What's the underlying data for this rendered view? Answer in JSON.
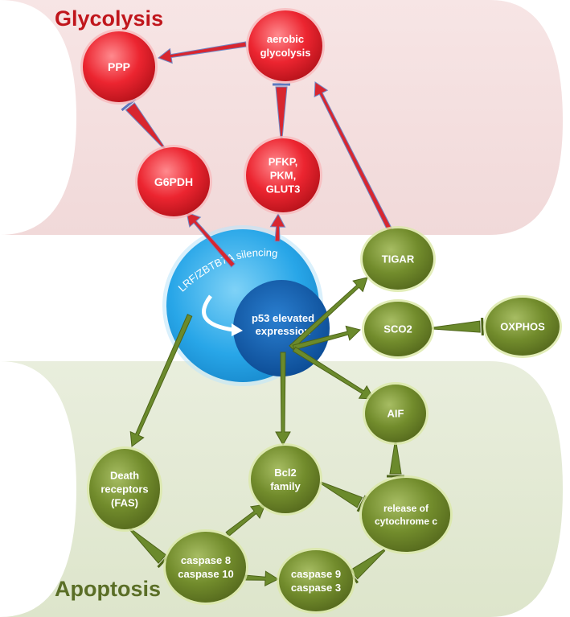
{
  "regions": {
    "glycolysis": {
      "label": "Glycolysis",
      "color": "#c0161c"
    },
    "apoptosis": {
      "label": "Apoptosis",
      "color": "#5a6e26"
    }
  },
  "center": {
    "outer_label": "LRF/ZBTB7A silencing",
    "inner_label_1": "p53 elevated",
    "inner_label_2": "expression"
  },
  "nodes": {
    "aerobic_glycolysis": [
      "aerobic",
      "glycolysis"
    ],
    "ppp": [
      "PPP"
    ],
    "g6pdh": [
      "G6PDH"
    ],
    "pfkp": [
      "PFKP,",
      "PKM,",
      "GLUT3"
    ],
    "tigar": [
      "TIGAR"
    ],
    "sco2": [
      "SCO2"
    ],
    "oxphos": [
      "OXPHOS"
    ],
    "aif": [
      "AIF"
    ],
    "death_receptors": [
      "Death",
      "receptors",
      "(FAS)"
    ],
    "bcl2": [
      "Bcl2",
      "family"
    ],
    "cytochrome": [
      "release of",
      "cytochrome c"
    ],
    "caspase_8_10": [
      "caspase 8",
      "caspase 10"
    ],
    "caspase_9_3": [
      "caspase 9",
      "caspase 3"
    ]
  },
  "colors": {
    "red_node": "#e8202a",
    "green_node": "#6f8a2a",
    "green_arrow": "#6b8a2c",
    "red_arrow": "#d8262f",
    "outer_circle": "#2ba8ea",
    "inner_circle": "#0f5fae",
    "glycolysis_band": "#f5e4e4",
    "apoptosis_band": "#e6ecd9"
  }
}
